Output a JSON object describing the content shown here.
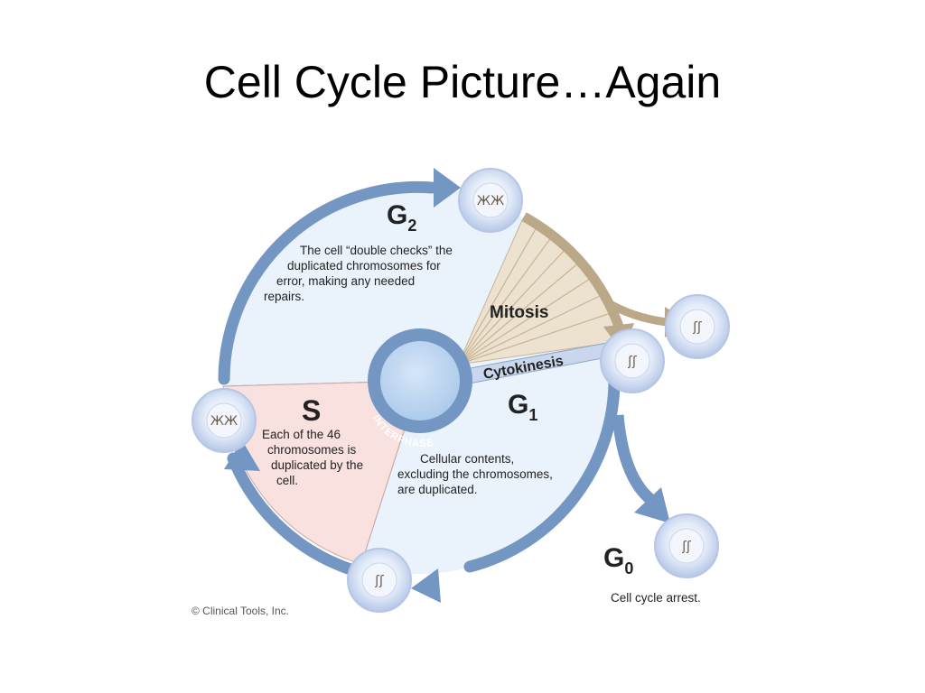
{
  "slide": {
    "title": "Cell Cycle Picture…Again"
  },
  "diagram": {
    "phases": {
      "g2": {
        "label": "G",
        "sub": "2",
        "description": [
          "The cell “double checks” the",
          "duplicated chromosomes for",
          "error, making any needed",
          "repairs."
        ]
      },
      "s": {
        "label": "S",
        "description": [
          "Each of the 46",
          "chromosomes is",
          "duplicated by the",
          "cell."
        ]
      },
      "g1": {
        "label": "G",
        "sub": "1",
        "description": [
          "Cellular contents,",
          "excluding the chromosomes,",
          "are duplicated."
        ]
      },
      "g0": {
        "label": "G",
        "sub": "0",
        "description": "Cell cycle arrest."
      },
      "mitosis": {
        "label": "Mitosis"
      },
      "cytokinesis": {
        "label": "Cytokinesis"
      },
      "interphase": {
        "label": "INTERPHASE"
      }
    },
    "copyright": "© Clinical Tools, Inc.",
    "colors": {
      "ring": "#7397c2",
      "interphase_fill": "#eaf3fb",
      "s_fill": "#f8e1de",
      "mitosis_fill": "#ece2cf",
      "mitosis_arrow": "#bba888",
      "cell_fill": "#d9e4f5",
      "hub_fill": "#c3daf3"
    },
    "cell_icons": [
      "duplicated-chromosomes",
      "single-chromosomes"
    ]
  }
}
